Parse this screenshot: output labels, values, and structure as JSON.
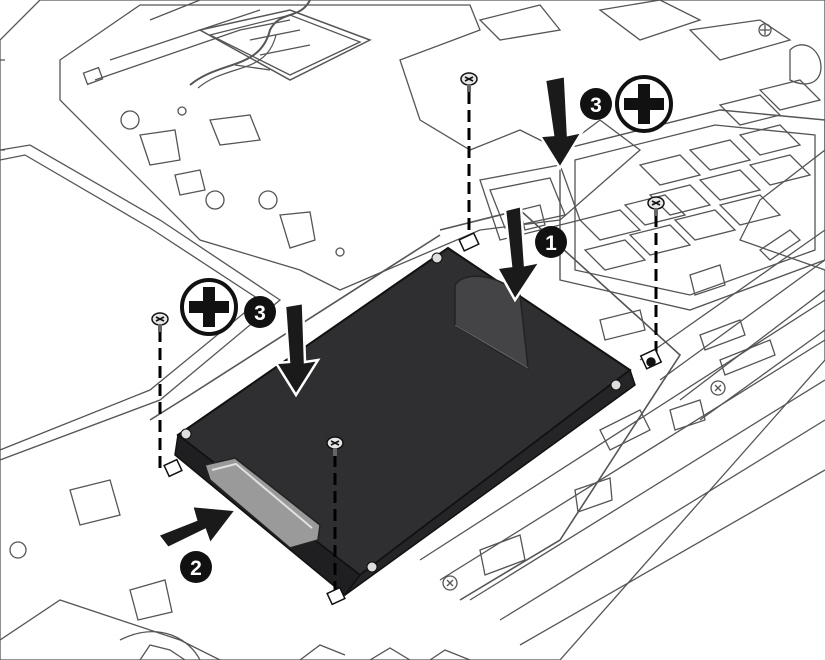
{
  "steps": [
    {
      "number": "1",
      "action": "slide-in"
    },
    {
      "number": "2",
      "action": "push-connector"
    },
    {
      "number": "3",
      "action": "tighten-screws",
      "icon": "plus-icon"
    },
    {
      "number": "3",
      "action": "tighten-screws",
      "icon": "plus-icon"
    }
  ],
  "colors": {
    "drive": "#2f2f31",
    "line": "#1a1a1a",
    "badge": "#111111",
    "outline": "#444444",
    "chassis": "#ffffff"
  },
  "icons": [
    "screw-icon",
    "arrow-down-icon",
    "arrow-right-icon",
    "plus-icon",
    "numbered-badge"
  ]
}
